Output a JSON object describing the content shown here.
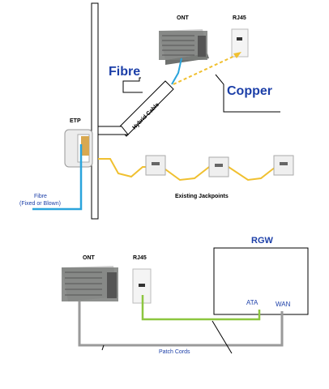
{
  "top": {
    "ont_label": "ONT",
    "rj45_label": "RJ45",
    "fibre_label": "Fibre",
    "copper_label": "Copper",
    "hybrid_cable_label": "Hybrid Cable",
    "etp_label": "ETP",
    "fibre_fixed_label_line1": "Fibre",
    "fibre_fixed_label_line2": "(Fixed or Blown)",
    "existing_jackpoints_label": "Existing Jackpoints"
  },
  "bottom": {
    "ont_label": "ONT",
    "rj45_label": "RJ45",
    "rgw_label": "RGW",
    "ata_label": "ATA",
    "wan_label": "WAN",
    "patch_cords_label": "Patch Cords"
  },
  "colors": {
    "fibre": "#2aa4dc",
    "fibre_title": "#1c3fa8",
    "copper": "#f0c030",
    "patch_green": "#8cc63f",
    "patch_grey": "#9a9a9a",
    "ont_body": "#6e706e",
    "line": "#000000"
  }
}
